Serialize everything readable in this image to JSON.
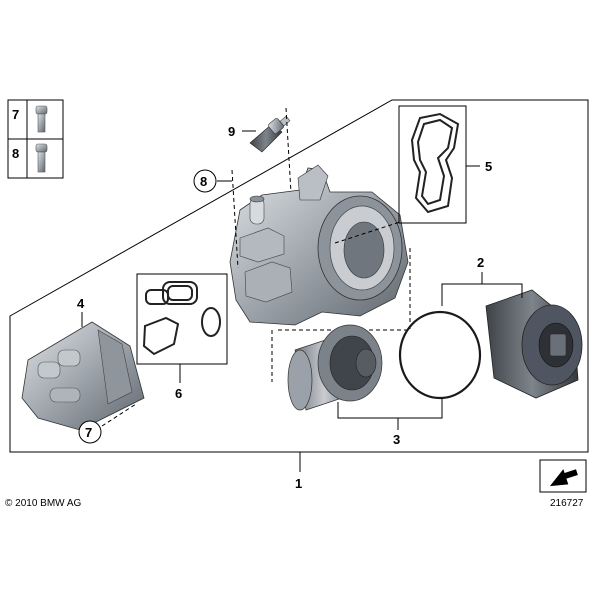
{
  "callouts": {
    "c1": "1",
    "c2": "2",
    "c3": "3",
    "c4": "4",
    "c5": "5",
    "c6": "6",
    "c7": "7",
    "c8": "8",
    "c9": "9",
    "legend7": "7",
    "legend8": "8"
  },
  "footer": {
    "copyright": "© 2010 BMW AG",
    "diagram_number": "216727"
  },
  "colors": {
    "line": "#000000",
    "part_fill": "#9aa1a8",
    "part_dark": "#4d5359",
    "part_light": "#d3d7db"
  },
  "icons": [
    "bolt-icon",
    "screw-icon",
    "sensor-icon",
    "gasket-icon",
    "filter-icon",
    "cap-icon",
    "oring-icon",
    "cooler-icon",
    "housing-icon",
    "page-corner-icon"
  ]
}
